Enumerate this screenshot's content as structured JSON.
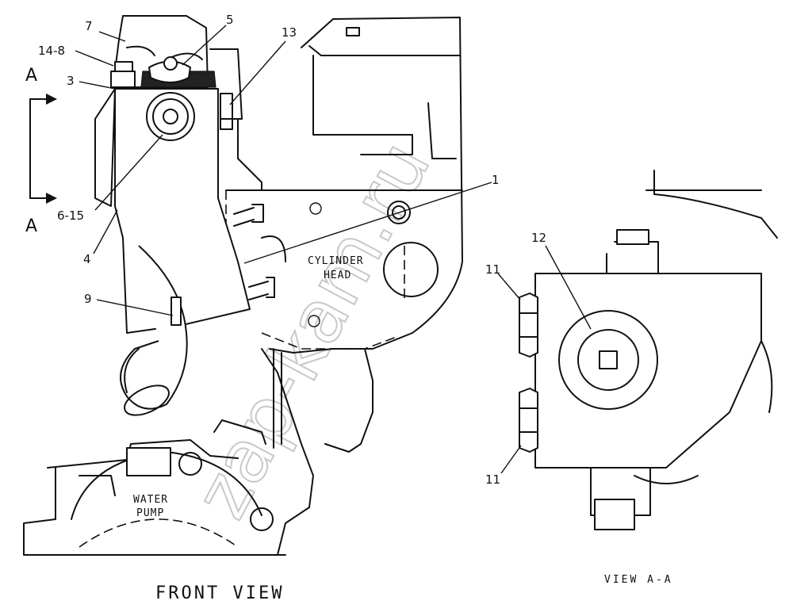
{
  "drawing": {
    "views": {
      "front": "FRONT VIEW",
      "section": "VIEW A-A"
    },
    "section_marker": {
      "top": "A",
      "bottom": "A"
    },
    "component_labels": {
      "cylinder_head_line1": "CYLINDER",
      "cylinder_head_line2": "HEAD",
      "water_pump_line1": "WATER",
      "water_pump_line2": "PUMP"
    },
    "callouts": {
      "c7": "7",
      "c5": "5",
      "c13": "13",
      "c14_8": "14-8",
      "c3": "3",
      "c6_15": "6-15",
      "c4": "4",
      "c9": "9",
      "c1": "1",
      "c12": "12",
      "c11_top": "11",
      "c11_bottom": "11"
    },
    "watermark": "zap-kam.ru"
  }
}
